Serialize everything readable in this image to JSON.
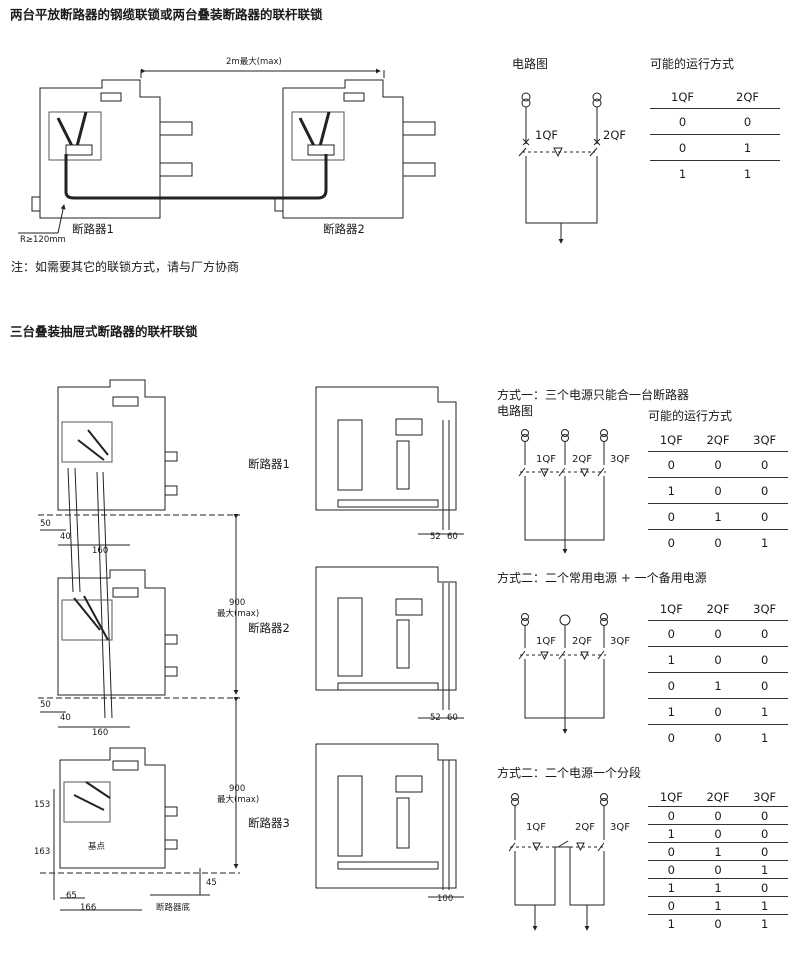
{
  "section1": {
    "title": "两台平放断路器的钢缆联锁或两台叠装断路器的联杆联锁",
    "dim_label": "2m最大(max)",
    "radius_label": "R≥120mm",
    "breaker1_label": "断路器1",
    "breaker2_label": "断路器2",
    "note": "注：如需要其它的联锁方式，请与厂方协商",
    "circuit_title": "电路图",
    "modes_title": "可能的运行方式",
    "qf1": "1QF",
    "qf2": "2QF",
    "table": {
      "headers": [
        "1QF",
        "2QF"
      ],
      "rows": [
        [
          "0",
          "0"
        ],
        [
          "0",
          "1"
        ],
        [
          "1",
          "1"
        ]
      ]
    }
  },
  "section2": {
    "title": "三台叠装抽屉式断路器的联杆联锁",
    "breaker1_label": "断路器1",
    "breaker2_label": "断路器2",
    "breaker3_label": "断路器3",
    "dims": {
      "d50a": "50",
      "d40a": "40",
      "d160a": "160",
      "d50b": "50",
      "d40b": "40",
      "d160b": "160",
      "d153": "153",
      "d163": "163",
      "d65": "65",
      "d166": "166",
      "d45": "45",
      "d52a": "52",
      "d60a": "60",
      "d52b": "52",
      "d60b": "60",
      "d100": "100",
      "d900a": "900",
      "max_a": "最大(max)",
      "d900b": "900",
      "max_b": "最大(max)"
    },
    "base_point_label": "基点",
    "breaker_bottom_label": "断路器底",
    "mode1": {
      "title": "方式一：三个电源只能合一台断路器",
      "circuit_title": "电路图",
      "modes_title": "可能的运行方式",
      "labels": [
        "1QF",
        "2QF",
        "3QF"
      ],
      "headers": [
        "1QF",
        "2QF",
        "3QF"
      ],
      "rows": [
        [
          "0",
          "0",
          "0"
        ],
        [
          "1",
          "0",
          "0"
        ],
        [
          "0",
          "1",
          "0"
        ],
        [
          "0",
          "0",
          "1"
        ]
      ]
    },
    "mode2": {
      "title": "方式二：二个常用电源 + 一个备用电源",
      "labels": [
        "1QF",
        "2QF",
        "3QF"
      ],
      "headers": [
        "1QF",
        "2QF",
        "3QF"
      ],
      "rows": [
        [
          "0",
          "0",
          "0"
        ],
        [
          "1",
          "0",
          "0"
        ],
        [
          "0",
          "1",
          "0"
        ],
        [
          "1",
          "0",
          "1"
        ],
        [
          "0",
          "0",
          "1"
        ]
      ]
    },
    "mode3": {
      "title": "方式二：二个电源一个分段",
      "labels": [
        "1QF",
        "2QF",
        "3QF"
      ],
      "headers": [
        "1QF",
        "2QF",
        "3QF"
      ],
      "rows": [
        [
          "0",
          "0",
          "0"
        ],
        [
          "1",
          "0",
          "0"
        ],
        [
          "0",
          "1",
          "0"
        ],
        [
          "0",
          "0",
          "1"
        ],
        [
          "1",
          "1",
          "0"
        ],
        [
          "0",
          "1",
          "1"
        ],
        [
          "1",
          "0",
          "1"
        ]
      ]
    }
  }
}
